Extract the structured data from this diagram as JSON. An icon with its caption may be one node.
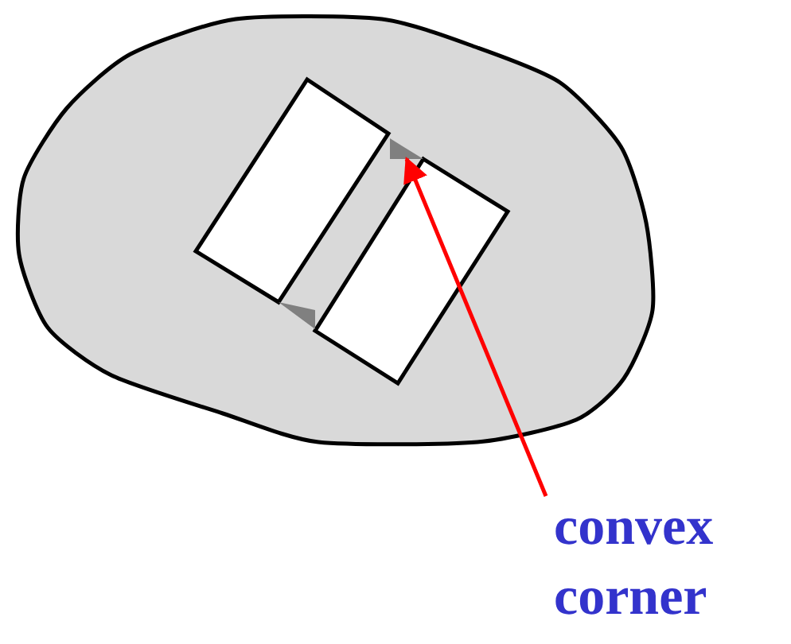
{
  "diagram": {
    "nodes": [
      {
        "text": [
          "convex corner"
        ]
      },
      {
        "text": [],
        "shape": "triangle"
      }
    ],
    "edges": [
      {
        "from": 0,
        "to": 1,
        "arrow": "to"
      }
    ]
  }
}
